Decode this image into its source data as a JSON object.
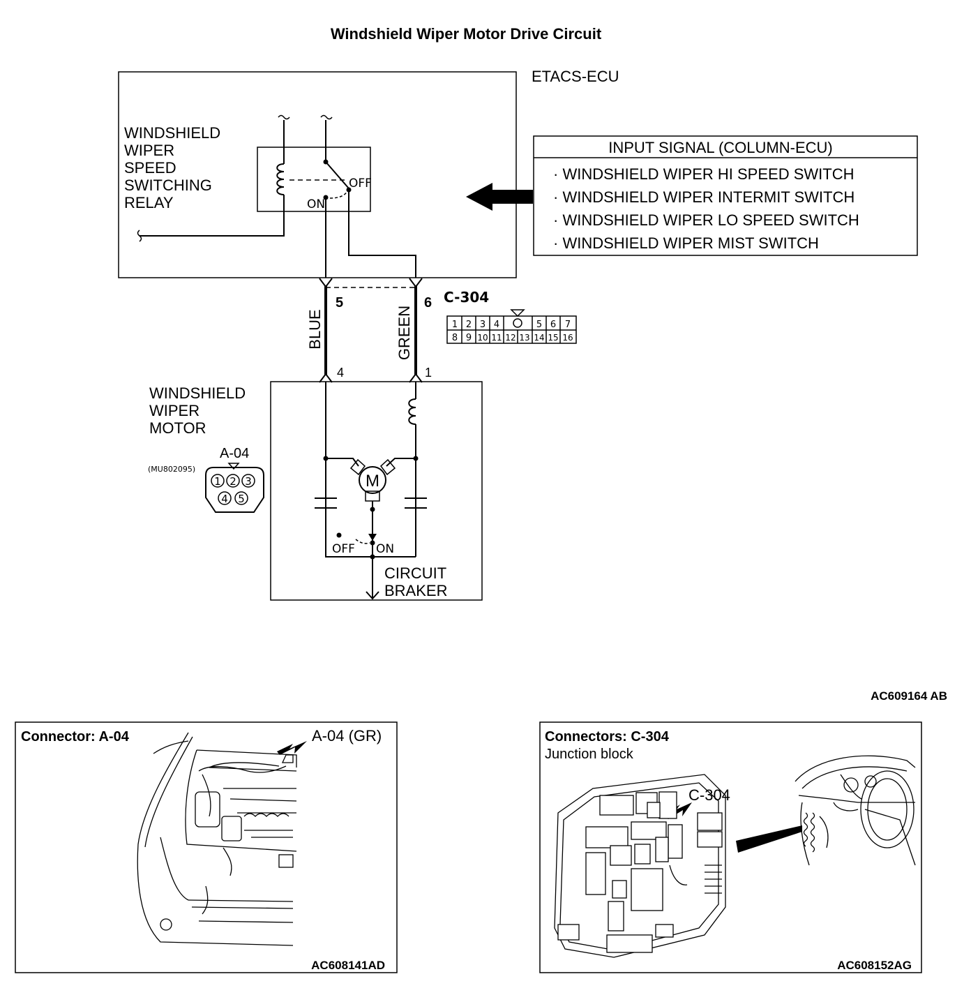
{
  "title": "Windshield Wiper Motor Drive Circuit",
  "etacs": {
    "label": "ETACS-ECU",
    "relay_label": [
      "WINDSHIELD",
      "WIPER",
      "SPEED",
      "SWITCHING",
      "RELAY"
    ],
    "relay_off": "OFF",
    "relay_on": "ON"
  },
  "input_signal": {
    "header": "INPUT SIGNAL (COLUMN-ECU)",
    "items": [
      "· WINDSHIELD WIPER HI SPEED SWITCH",
      "· WINDSHIELD WIPER INTERMIT SWITCH",
      "· WINDSHIELD WIPER LO SPEED SWITCH",
      "· WINDSHIELD WIPER MIST SWITCH"
    ]
  },
  "harness": {
    "pin_left_ecu": "5",
    "pin_right_ecu": "6",
    "wire_left": "BLUE",
    "wire_right": "GREEN",
    "pin_left_motor": "4",
    "pin_right_motor": "1"
  },
  "c304_connector": {
    "label": "C-304",
    "top_row": [
      "1",
      "2",
      "3",
      "4",
      "",
      "5",
      "6",
      "7"
    ],
    "bottom_row": [
      "8",
      "9",
      "10",
      "11",
      "12",
      "13",
      "14",
      "15",
      "16"
    ]
  },
  "motor": {
    "label": [
      "WINDSHIELD",
      "WIPER",
      "MOTOR"
    ],
    "symbol": "M",
    "switch_off": "OFF",
    "switch_on": "ON",
    "ground_label": [
      "CIRCUIT",
      "BRAKER"
    ]
  },
  "a04_connector": {
    "label": "A-04",
    "part_no": "(MU802095)",
    "pins": [
      "1",
      "2",
      "3",
      "4",
      "5"
    ]
  },
  "figure_code_main": "AC609164 AB",
  "panel_a04": {
    "title": "Connector: A-04",
    "callout": "A-04 (GR)",
    "code": "AC608141AD"
  },
  "panel_c304": {
    "title": "Connectors: C-304",
    "subtitle": "Junction block",
    "callout": "C-304",
    "code": "AC608152AG"
  }
}
